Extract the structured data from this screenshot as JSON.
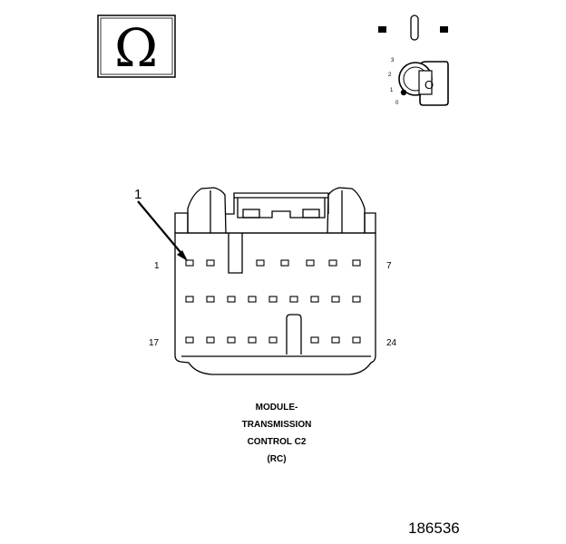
{
  "omega_symbol": "Ω",
  "ignition": {
    "positions": [
      "3",
      "2",
      "1",
      "0"
    ],
    "key_letter": "O"
  },
  "callout": "1",
  "pin_labels": {
    "top_left": "1",
    "top_right": "7",
    "bottom_left": "17",
    "bottom_right": "24"
  },
  "caption": {
    "line1": "MODULE-",
    "line2": "TRANSMISSION",
    "line3": "CONTROL C2",
    "line4": "(RC)"
  },
  "figure_number": "186536"
}
